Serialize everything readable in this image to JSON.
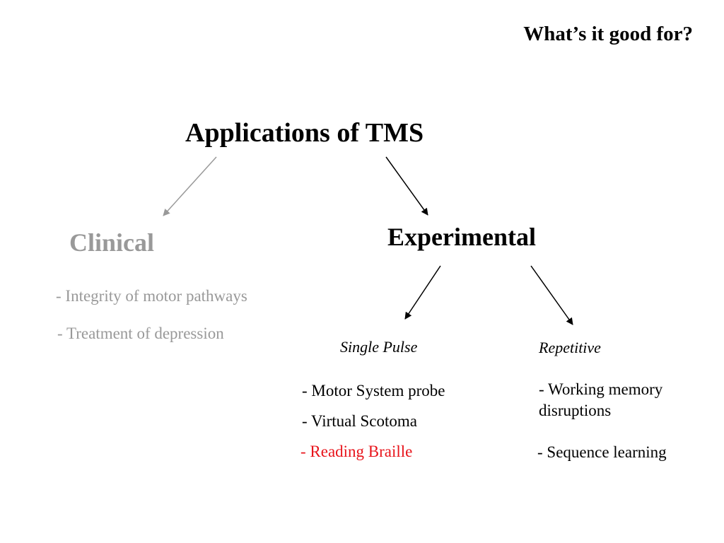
{
  "slide": {
    "title": "What’s it good for?"
  },
  "diagram": {
    "root": "Applications of TMS",
    "clinical": {
      "label": "Clinical",
      "color": "#999999",
      "items": [
        "- Integrity of  motor pathways",
        "- Treatment of depression"
      ]
    },
    "experimental": {
      "label": "Experimental",
      "single_pulse": {
        "label": "Single Pulse",
        "items": [
          "- Motor System probe",
          "- Virtual Scotoma",
          "- Reading Braille"
        ],
        "highlight_color": "#e8141b"
      },
      "repetitive": {
        "label": "Repetitive",
        "items": [
          "- Working memory disruptions",
          "- Sequence learning"
        ]
      }
    }
  }
}
